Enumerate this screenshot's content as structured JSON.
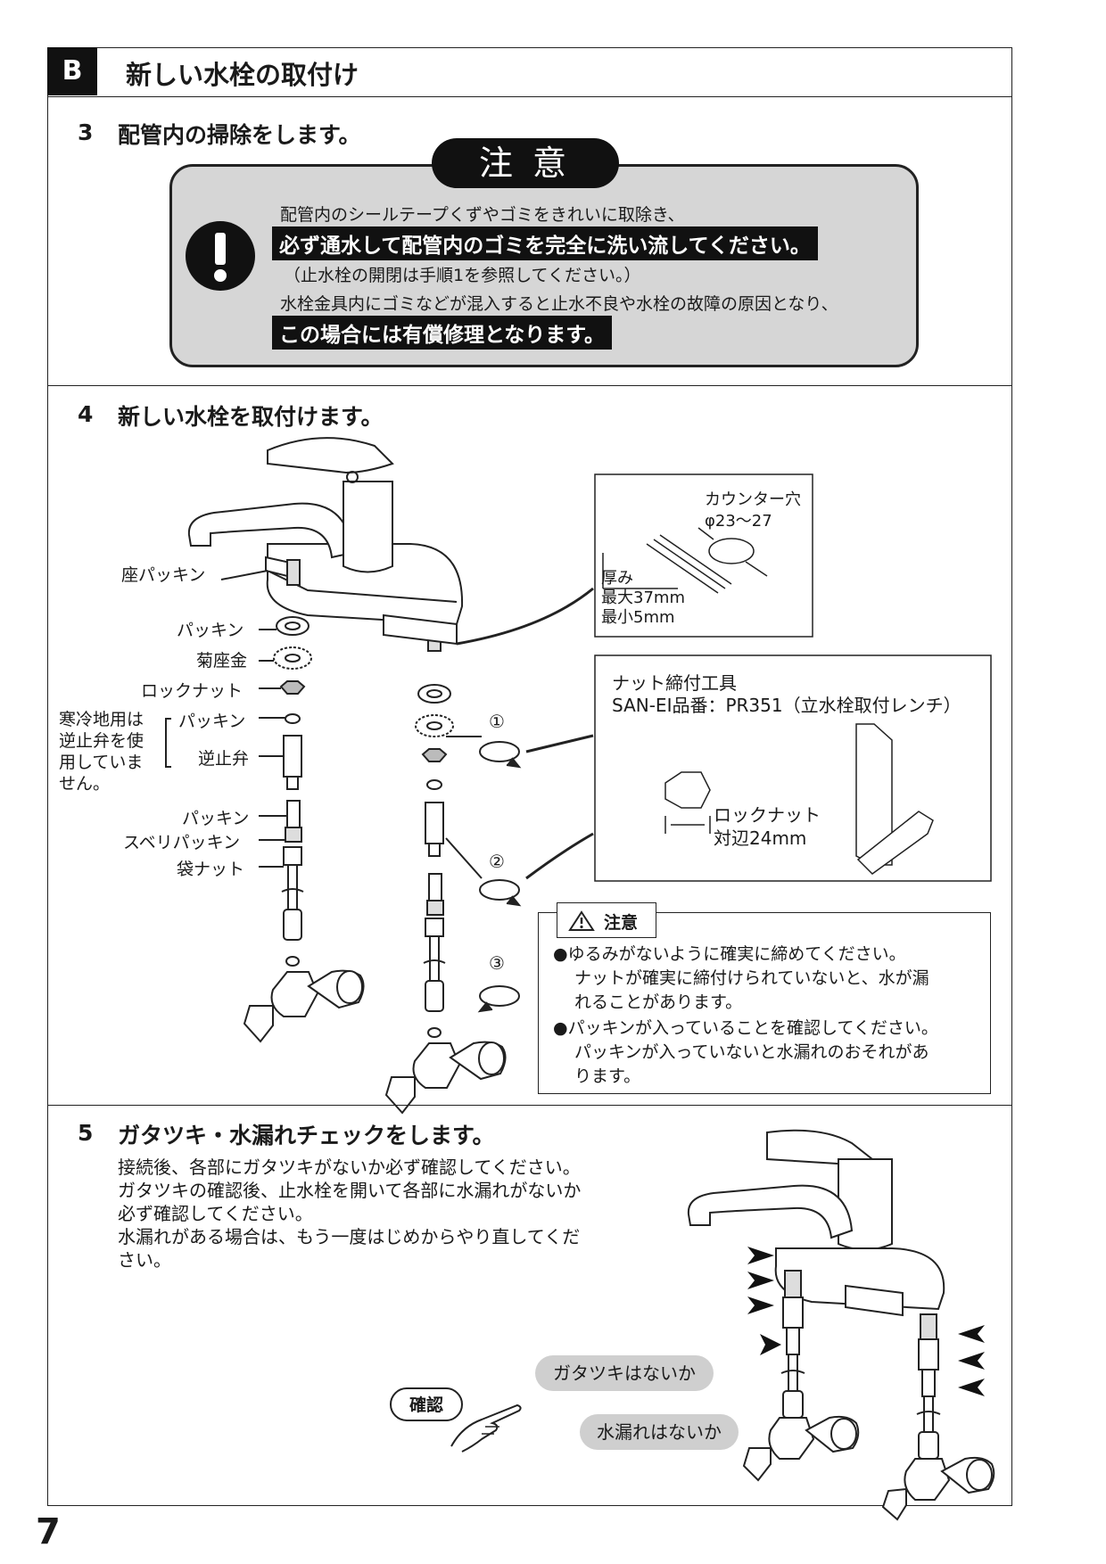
{
  "section": {
    "letter": "B",
    "title": "新しい水栓の取付け"
  },
  "step3": {
    "num": "3",
    "title": "配管内の掃除をします。",
    "caution_label": "注意",
    "lines": [
      "配管内のシールテープくずやゴミをきれいに取除き、",
      "必ず通水して配管内のゴミを完全に洗い流してください。",
      "（止水栓の開閉は手順1を参照してください。）",
      "水栓金具内にゴミなどが混入すると止水不良や水栓の故障の原因となり、",
      "この場合には有償修理となります。"
    ]
  },
  "step4": {
    "num": "4",
    "title": "新しい水栓を取付けます。",
    "labels": {
      "seat_packing": "座パッキン",
      "packing1": "パッキン",
      "kiku_washer": "菊座金",
      "lock_nut": "ロックナット",
      "packing2": "パッキン",
      "check_valve": "逆止弁",
      "packing3": "パッキン",
      "slip_packing": "スベリパッキン",
      "cap_nut": "袋ナット"
    },
    "cold_note": [
      "寒冷地用は",
      "逆止弁を使",
      "用していま",
      "せん。"
    ],
    "counter": {
      "hole": "カウンター穴",
      "diameter": "φ23～27",
      "thickness": "厚み",
      "max": "最大37mm",
      "min": "最小5mm"
    },
    "tool": {
      "title": "ナット締付工具",
      "part": "SAN-EI品番：PR351（立水栓取付レンチ）",
      "lock_nut": "ロックナット",
      "size": "対辺24mm"
    },
    "circled": [
      "①",
      "②",
      "③"
    ],
    "note": {
      "title": "注意",
      "lines": [
        "●ゆるみがないように確実に締めてください。",
        "ナットが確実に締付けられていないと、水が漏",
        "れることがあります。",
        "●パッキンが入っていることを確認してください。",
        "パッキンが入っていないと水漏れのおそれがあ",
        "ります。"
      ]
    }
  },
  "step5": {
    "num": "5",
    "title": "ガタツキ・水漏れチェックをします。",
    "lines": [
      "接続後、各部にガタツキがないか必ず確認してください。",
      "ガタツキの確認後、止水栓を開いて各部に水漏れがないか",
      "必ず確認してください。",
      "水漏れがある場合は、もう一度はじめからやり直してくだ",
      "さい。"
    ],
    "confirm": "確認",
    "check1": "ガタツキはないか",
    "check2": "水漏れはないか"
  },
  "page_number": "7"
}
